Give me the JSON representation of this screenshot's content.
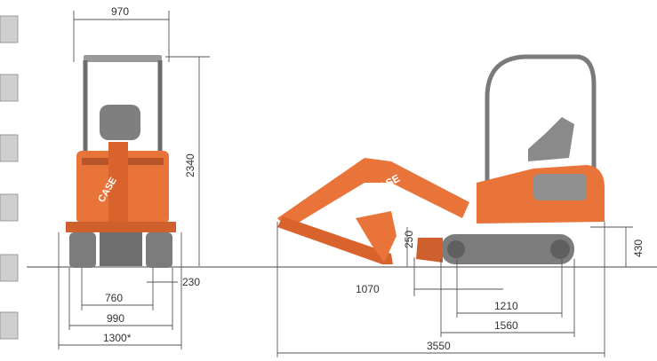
{
  "dimensions": {
    "front_width": "970",
    "height": "2340",
    "track_gauge": "760",
    "track_width": "230",
    "width": "990",
    "width_extended": "1300*",
    "track_height": "430",
    "dig_depth": "250",
    "front_overhang": "1070",
    "tumbler_distance": "1210",
    "track_length": "1560",
    "overall_length": "3550"
  },
  "brand": "CASE",
  "colors": {
    "machine": "#e8743a",
    "machine_dark": "#b9532a",
    "track": "#7c7c7c",
    "cab": "#9a9a9a",
    "dim": "#555555"
  }
}
